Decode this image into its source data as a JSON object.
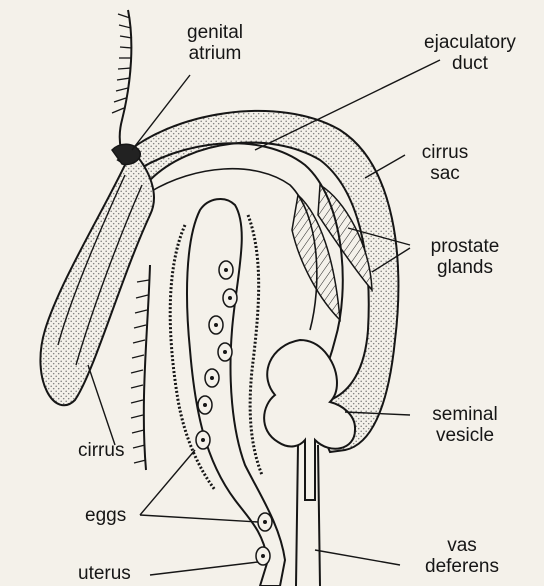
{
  "labels": {
    "genital_atrium": [
      "genital",
      "atrium"
    ],
    "ejaculatory_duct": [
      "ejaculatory",
      "duct"
    ],
    "cirrus_sac": [
      "cirrus",
      "sac"
    ],
    "prostate_glands": [
      "prostate",
      "glands"
    ],
    "seminal_vesicle": [
      "seminal",
      "vesicle"
    ],
    "cirrus": "cirrus",
    "eggs": "eggs",
    "vas_deferens": [
      "vas",
      "deferens"
    ],
    "uterus": "uterus"
  },
  "colors": {
    "ink": "#161616",
    "paper": "#f4f1ea",
    "stipple": "#8a8a8a"
  }
}
